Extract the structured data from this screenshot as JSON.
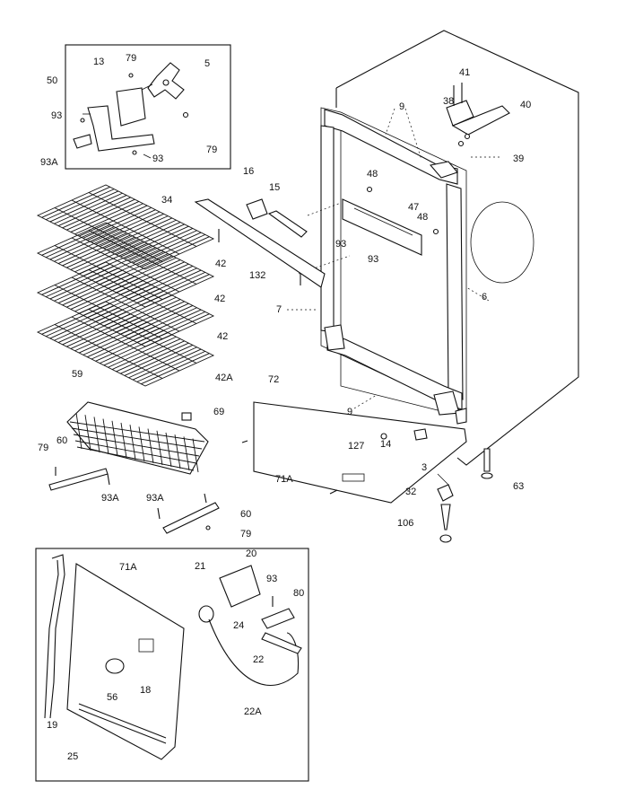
{
  "callouts": [
    {
      "id": "c-50",
      "text": "50"
    },
    {
      "id": "c-13",
      "text": "13"
    },
    {
      "id": "c-79a",
      "text": "79"
    },
    {
      "id": "c-5",
      "text": "5"
    },
    {
      "id": "c-93a",
      "text": "93"
    },
    {
      "id": "c-79b",
      "text": "79"
    },
    {
      "id": "c-93b",
      "text": "93"
    },
    {
      "id": "c-93A-a",
      "text": "93A"
    },
    {
      "id": "c-41",
      "text": "41"
    },
    {
      "id": "c-38",
      "text": "38"
    },
    {
      "id": "c-40",
      "text": "40"
    },
    {
      "id": "c-9a",
      "text": "9"
    },
    {
      "id": "c-39",
      "text": "39"
    },
    {
      "id": "c-16",
      "text": "16"
    },
    {
      "id": "c-15",
      "text": "15"
    },
    {
      "id": "c-48a",
      "text": "48"
    },
    {
      "id": "c-47",
      "text": "47"
    },
    {
      "id": "c-48b",
      "text": "48"
    },
    {
      "id": "c-34",
      "text": "34"
    },
    {
      "id": "c-93c",
      "text": "93"
    },
    {
      "id": "c-93d",
      "text": "93"
    },
    {
      "id": "c-42a",
      "text": "42"
    },
    {
      "id": "c-132",
      "text": "132"
    },
    {
      "id": "c-6",
      "text": "6"
    },
    {
      "id": "c-42b",
      "text": "42"
    },
    {
      "id": "c-7",
      "text": "7"
    },
    {
      "id": "c-42c",
      "text": "42"
    },
    {
      "id": "c-42A",
      "text": "42A"
    },
    {
      "id": "c-59",
      "text": "59"
    },
    {
      "id": "c-72",
      "text": "72"
    },
    {
      "id": "c-69",
      "text": "69"
    },
    {
      "id": "c-9b",
      "text": "9"
    },
    {
      "id": "c-79c",
      "text": "79"
    },
    {
      "id": "c-60a",
      "text": "60"
    },
    {
      "id": "c-127",
      "text": "127"
    },
    {
      "id": "c-14",
      "text": "14"
    },
    {
      "id": "c-93A-b",
      "text": "93A"
    },
    {
      "id": "c-71A-a",
      "text": "71A"
    },
    {
      "id": "c-3",
      "text": "3"
    },
    {
      "id": "c-63",
      "text": "63"
    },
    {
      "id": "c-32",
      "text": "32"
    },
    {
      "id": "c-93A-c",
      "text": "93A"
    },
    {
      "id": "c-60b",
      "text": "60"
    },
    {
      "id": "c-106",
      "text": "106"
    },
    {
      "id": "c-79d",
      "text": "79"
    },
    {
      "id": "c-71A-b",
      "text": "71A"
    },
    {
      "id": "c-20",
      "text": "20"
    },
    {
      "id": "c-21",
      "text": "21"
    },
    {
      "id": "c-93e",
      "text": "93"
    },
    {
      "id": "c-80",
      "text": "80"
    },
    {
      "id": "c-24",
      "text": "24"
    },
    {
      "id": "c-22",
      "text": "22"
    },
    {
      "id": "c-18",
      "text": "18"
    },
    {
      "id": "c-56",
      "text": "56"
    },
    {
      "id": "c-22A",
      "text": "22A"
    },
    {
      "id": "c-19",
      "text": "19"
    },
    {
      "id": "c-25",
      "text": "25"
    }
  ]
}
